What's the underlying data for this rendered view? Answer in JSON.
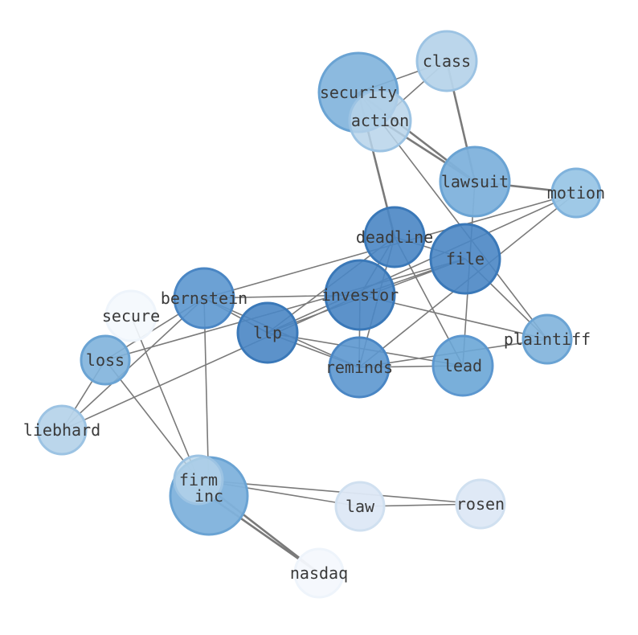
{
  "graph": {
    "nodes": [
      {
        "id": "class",
        "label": "class",
        "color": "#b7d4ea",
        "stroke": "#9cc3e3",
        "opacity": 0.95
      },
      {
        "id": "security",
        "label": "security",
        "color": "#7fb2dc",
        "stroke": "#6aa3d3",
        "opacity": 0.9
      },
      {
        "id": "action",
        "label": "action",
        "color": "#b7d4ea",
        "stroke": "#9cc3e3",
        "opacity": 0.85
      },
      {
        "id": "lawsuit",
        "label": "lawsuit",
        "color": "#7fb2dc",
        "stroke": "#6aa3d3",
        "opacity": 0.95
      },
      {
        "id": "motion",
        "label": "motion",
        "color": "#9ac6e6",
        "stroke": "#7fb2dc",
        "opacity": 0.95
      },
      {
        "id": "deadline",
        "label": "deadline",
        "color": "#4a86c4",
        "stroke": "#3a78b8",
        "opacity": 0.9
      },
      {
        "id": "file",
        "label": "file",
        "color": "#4a86c4",
        "stroke": "#3a78b8",
        "opacity": 0.9
      },
      {
        "id": "investor",
        "label": "investor",
        "color": "#4a86c4",
        "stroke": "#3a78b8",
        "opacity": 0.9
      },
      {
        "id": "bernstein",
        "label": "bernstein",
        "color": "#5c97cf",
        "stroke": "#4a86c4",
        "opacity": 0.9
      },
      {
        "id": "secure",
        "label": "secure",
        "color": "#f4f8fd",
        "stroke": "#eef4fb",
        "opacity": 0.9
      },
      {
        "id": "llp",
        "label": "llp",
        "color": "#4a86c4",
        "stroke": "#3a78b8",
        "opacity": 0.9
      },
      {
        "id": "loss",
        "label": "loss",
        "color": "#7fb2dc",
        "stroke": "#6aa3d3",
        "opacity": 0.9
      },
      {
        "id": "reminds",
        "label": "reminds",
        "color": "#5c97cf",
        "stroke": "#4a86c4",
        "opacity": 0.9
      },
      {
        "id": "lead",
        "label": "lead",
        "color": "#6aa6d6",
        "stroke": "#5c97cf",
        "opacity": 0.9
      },
      {
        "id": "plaintiff",
        "label": "plaintiff",
        "color": "#7fb2dc",
        "stroke": "#6aa3d3",
        "opacity": 0.9
      },
      {
        "id": "liebhard",
        "label": "liebhard",
        "color": "#b7d4ea",
        "stroke": "#9cc3e3",
        "opacity": 0.95
      },
      {
        "id": "inc",
        "label": "inc",
        "color": "#7fb2dc",
        "stroke": "#6aa3d3",
        "opacity": 0.95
      },
      {
        "id": "firm",
        "label": "firm",
        "color": "#b7d4ea",
        "stroke": "#9cc3e3",
        "opacity": 0.8
      },
      {
        "id": "law",
        "label": "law",
        "color": "#dde8f5",
        "stroke": "#d0e0f0",
        "opacity": 0.95
      },
      {
        "id": "rosen",
        "label": "rosen",
        "color": "#dde8f5",
        "stroke": "#d0e0f0",
        "opacity": 0.95
      },
      {
        "id": "nasdaq",
        "label": "nasdaq",
        "color": "#f4f8fd",
        "stroke": "#eef4fb",
        "opacity": 0.95
      }
    ],
    "edges": [
      [
        "security",
        "class"
      ],
      [
        "security",
        "action"
      ],
      [
        "security",
        "lawsuit"
      ],
      [
        "security",
        "deadline"
      ],
      [
        "class",
        "action"
      ],
      [
        "class",
        "lawsuit"
      ],
      [
        "action",
        "lawsuit"
      ],
      [
        "action",
        "plaintiff"
      ],
      [
        "lawsuit",
        "motion"
      ],
      [
        "lawsuit",
        "lead"
      ],
      [
        "motion",
        "bernstein"
      ],
      [
        "motion",
        "llp"
      ],
      [
        "motion",
        "reminds"
      ],
      [
        "deadline",
        "investor"
      ],
      [
        "deadline",
        "file"
      ],
      [
        "deadline",
        "lead"
      ],
      [
        "deadline",
        "reminds"
      ],
      [
        "deadline",
        "llp"
      ],
      [
        "file",
        "investor"
      ],
      [
        "file",
        "plaintiff"
      ],
      [
        "file",
        "loss"
      ],
      [
        "file",
        "llp"
      ],
      [
        "investor",
        "bernstein"
      ],
      [
        "investor",
        "reminds"
      ],
      [
        "investor",
        "plaintiff"
      ],
      [
        "investor",
        "liebhard"
      ],
      [
        "bernstein",
        "llp"
      ],
      [
        "bernstein",
        "reminds"
      ],
      [
        "bernstein",
        "loss"
      ],
      [
        "bernstein",
        "liebhard"
      ],
      [
        "bernstein",
        "inc"
      ],
      [
        "llp",
        "lead"
      ],
      [
        "llp",
        "reminds"
      ],
      [
        "loss",
        "liebhard"
      ],
      [
        "loss",
        "firm"
      ],
      [
        "secure",
        "firm"
      ],
      [
        "reminds",
        "lead"
      ],
      [
        "reminds",
        "plaintiff"
      ],
      [
        "firm",
        "law"
      ],
      [
        "firm",
        "rosen"
      ],
      [
        "law",
        "rosen"
      ],
      [
        "firm",
        "nasdaq"
      ],
      [
        "inc",
        "nasdaq"
      ]
    ]
  }
}
